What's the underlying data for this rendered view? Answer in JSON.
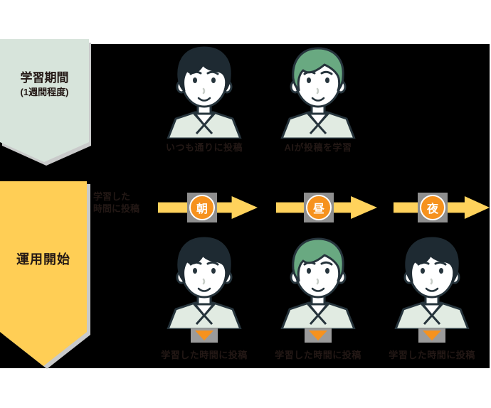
{
  "banners": {
    "learning": {
      "line1": "学習期間",
      "line2": "(1週間程度)"
    },
    "operation": {
      "label": "運用開始"
    }
  },
  "top_row": {
    "avatars": [
      {
        "hair": "black",
        "caption": "いつも通りに投稿"
      },
      {
        "hair": "green",
        "caption": "AIが投稿を学習"
      }
    ]
  },
  "timeline": {
    "label_line1": "学習した",
    "label_line2": "時間に投稿",
    "times": [
      {
        "label": "朝"
      },
      {
        "label": "昼"
      },
      {
        "label": "夜"
      }
    ]
  },
  "bottom_row": {
    "avatars": [
      {
        "hair": "black",
        "caption": "学習した時間に投稿"
      },
      {
        "hair": "green",
        "caption": "学習した時間に投稿"
      },
      {
        "hair": "black",
        "caption": "学習した時間に投稿"
      }
    ]
  },
  "colors": {
    "background_top": "#ffffff",
    "figure_background": "#000000",
    "banner_learning": "#d7e4db",
    "banner_operation": "#ffce55",
    "banner_shadow": "#c9caca",
    "arrow_yellow": "#ffd25c",
    "time_orange": "#f6921e",
    "text_dark": "#231815",
    "hair_green": "#69a981",
    "hair_black": "#1e2a32",
    "shirt": "#e1ebe2"
  }
}
